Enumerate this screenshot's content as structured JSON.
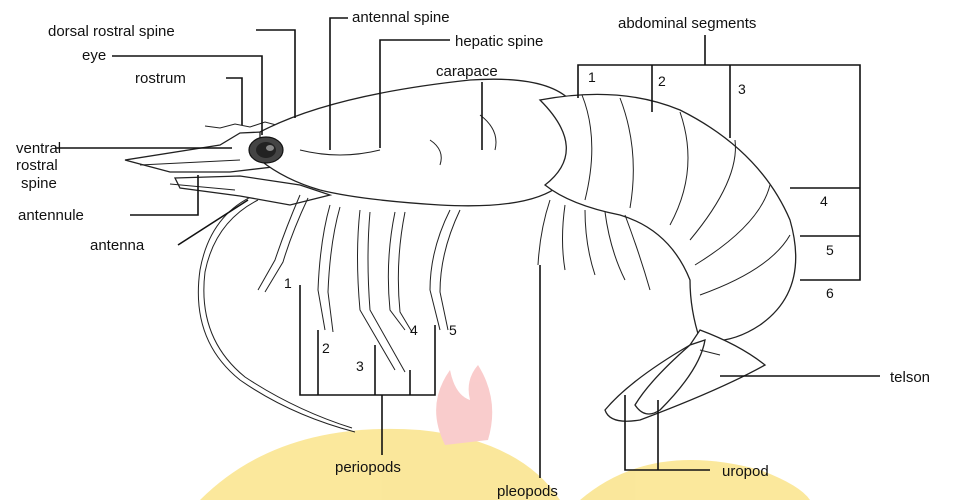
{
  "labels": {
    "dorsal_rostral_spine": "dorsal rostral spine",
    "eye": "eye",
    "rostrum": "rostrum",
    "ventral_rostral_spine_1": "ventral",
    "ventral_rostral_spine_2": "rostral",
    "ventral_rostral_spine_3": "spine",
    "antennule": "antennule",
    "antenna": "antenna",
    "antennal_spine": "antennal spine",
    "hepatic_spine": "hepatic spine",
    "carapace": "carapace",
    "abdominal_segments": "abdominal segments",
    "telson": "telson",
    "uropod": "uropod",
    "pleopods": "pleopods",
    "periopods": "periopods"
  },
  "segment_numbers": [
    "1",
    "2",
    "3",
    "4",
    "5",
    "6"
  ],
  "periopod_numbers": [
    "1",
    "2",
    "3",
    "4",
    "5"
  ],
  "watermark_color": "#f5c200",
  "watermark_flame_color": "#f07a7a"
}
